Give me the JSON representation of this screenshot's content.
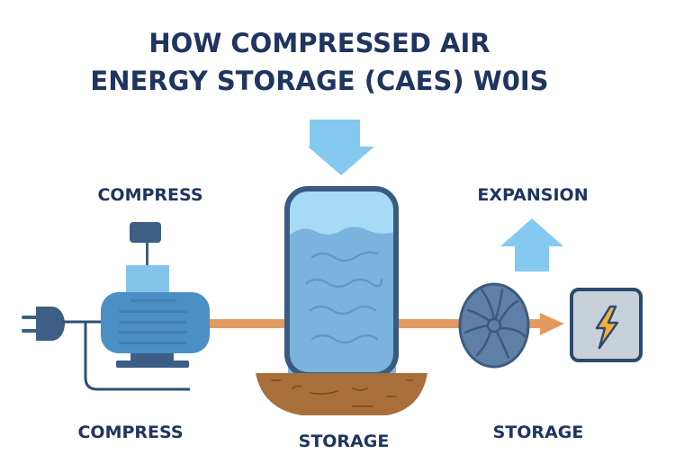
{
  "title": {
    "line1": "HOW COMPRESSED AIR",
    "line2": "ENERGY STORAGE (CAES) W0IS"
  },
  "labels": {
    "compress_top": "COMPRESS",
    "expansion": "EXPANSION",
    "compress_bottom": "COMPRESS",
    "storage_center": "STORAGE",
    "storage_right": "STORAGE"
  },
  "colors": {
    "text": "#1f3560",
    "motor": "#4a90c4",
    "arrow_light": "#85c8f0",
    "shaft": "#e39a5e",
    "soil": "#a86f3a",
    "bolt": "#f5b13d"
  }
}
